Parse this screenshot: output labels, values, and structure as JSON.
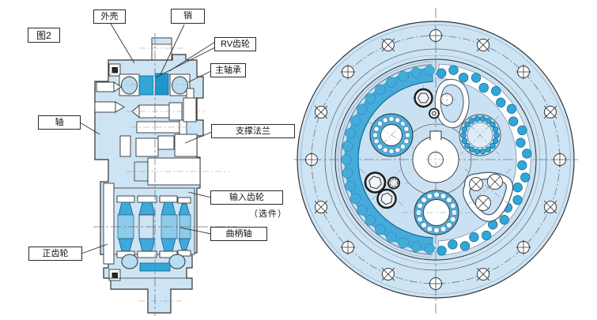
{
  "figure_tag": "图2",
  "labels": {
    "housing": "外壳",
    "pin": "销",
    "rv_gear": "RV齿轮",
    "main_bearing": "主轴承",
    "shaft": "轴",
    "support_flange": "支撑法兰",
    "input_gear": "输入齿轮",
    "input_gear_note": "（选件）",
    "crankshaft": "曲柄轴",
    "spur_gear": "正齿轮"
  },
  "colors": {
    "body_fill": "#cde4f4",
    "body_deep": "#c9e1f2",
    "accent": "#2fa7d8",
    "accent_mid": "#49aede",
    "line": "#333333",
    "centerline": "#66788a"
  }
}
